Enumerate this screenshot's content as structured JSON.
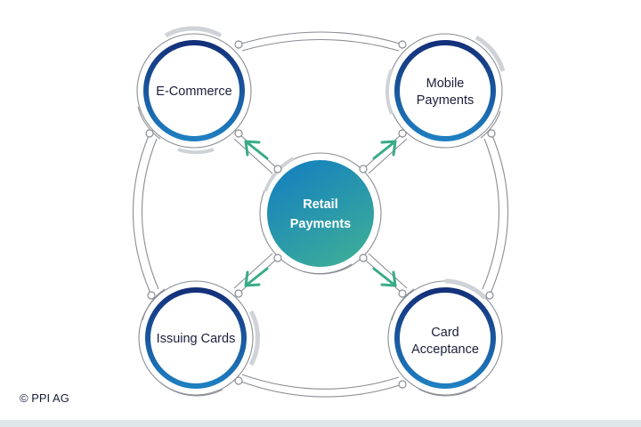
{
  "center": {
    "label_lines": [
      "Retail",
      "Payments"
    ]
  },
  "nodes": [
    {
      "id": "ecommerce",
      "label_lines": [
        "E-Commerce"
      ]
    },
    {
      "id": "mobile",
      "label_lines": [
        "Mobile",
        "Payments"
      ]
    },
    {
      "id": "issuing",
      "label_lines": [
        "Issuing Cards"
      ]
    },
    {
      "id": "acceptance",
      "label_lines": [
        "Card",
        "Acceptance"
      ]
    }
  ],
  "copyright": "© PPI AG",
  "colors": {
    "ring_dark": "#14307a",
    "ring_light": "#1e7fc1",
    "center_top": "#1580bf",
    "center_bottom": "#3dae98",
    "arrow": "#3aaa88",
    "line": "#8a8d93",
    "accent_gray": "#cfd2d6"
  }
}
